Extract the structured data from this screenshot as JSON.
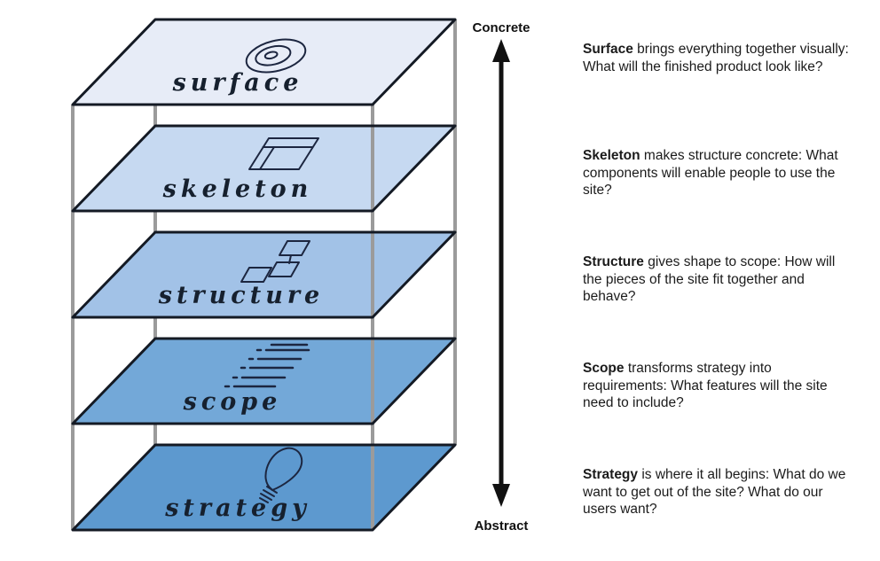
{
  "diagram": {
    "axis": {
      "top_label": "Concrete",
      "bottom_label": "Abstract"
    },
    "planes": [
      {
        "id": "surface",
        "label": "surface",
        "icon": "eye-swirl-icon",
        "fill": "#e7ecf7"
      },
      {
        "id": "skeleton",
        "label": "skeleton",
        "icon": "wireframe-icon",
        "fill": "#c6d9f1"
      },
      {
        "id": "structure",
        "label": "structure",
        "icon": "sitemap-icon",
        "fill": "#a2c2e7"
      },
      {
        "id": "scope",
        "label": "scope",
        "icon": "list-icon",
        "fill": "#73a8d8"
      },
      {
        "id": "strategy",
        "label": "strategy",
        "icon": "lightbulb-icon",
        "fill": "#5d99cf"
      }
    ],
    "colors": {
      "plane_stroke": "#141a24",
      "post_gray": "#9b9b9b",
      "icon_stroke": "#1c2640",
      "arrow_black": "#111111"
    }
  },
  "descriptions": [
    {
      "term": "Surface",
      "text": " brings everything together visually: What will the finished product look like?"
    },
    {
      "term": "Skeleton",
      "text": " makes structure concrete: What components will enable people to use the site?"
    },
    {
      "term": "Structure",
      "text": " gives shape to scope: How will the pieces of the site fit together and behave?"
    },
    {
      "term": "Scope",
      "text": " transforms strategy into requirements: What features will the site need to include?"
    },
    {
      "term": "Strategy",
      "text": " is where it all begins: What do we want to get out of the site? What do our users want?"
    }
  ]
}
